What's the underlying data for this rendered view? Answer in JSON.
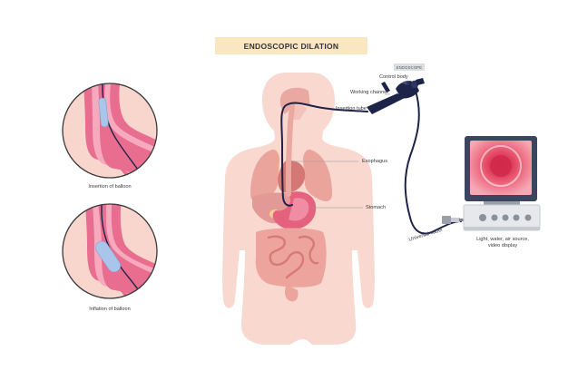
{
  "title": "ENDOSCOPIC DILATION",
  "tag": "ENDOSCOPE",
  "labels": {
    "control_body": "Control body",
    "working_channel": "Working channel",
    "insertion_tube": "Insertion tube",
    "esophagus": "Esophagus",
    "stomach": "Stomach",
    "universal_cabel": "Universal cabel",
    "light_source_line1": "Light, water, air source,",
    "light_source_line2": "video display",
    "insertion_of_balloon": "Insertion of balloon",
    "inflation_of_balloon": "Inflation of balloon"
  },
  "colors": {
    "banner": "#fbe6c2",
    "body": "#f8d8cf",
    "organ_dark": "#e9a9a2",
    "tissue_pink": "#e8608a",
    "scope_navy": "#1d2349",
    "balloon_blue": "#a9c6ea",
    "monitor_red": "#e23f5e"
  }
}
